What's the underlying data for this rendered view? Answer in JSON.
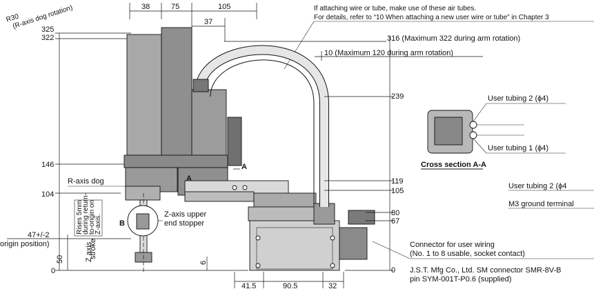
{
  "colors": {
    "line": "#111111",
    "body_dark": "#8a8a8a",
    "body_mid": "#a8a8a8",
    "body_light": "#cfcfcf",
    "tube": "#e6e6e6"
  },
  "labels": {
    "r30": "R30",
    "r_axis_dog_rot": "(R-axis dog rotation)",
    "air_tube_note_1": "If attaching wire or tube, make use of these air tubes.",
    "air_tube_note_2": "For details, refer to “10 When attaching a new user wire or tube” in Chapter 3",
    "max_316": "316 (Maximum 322 during arm rotation)",
    "max_10": "10 (Maximum 120 during arm rotation)",
    "user_tubing_2": "User tubing 2 (ϕ4)",
    "user_tubing_1": "User tubing 1 (ϕ4)",
    "cross_section": "Cross section A-A",
    "user_tubing_2b": "User tubing 2 (ϕ4",
    "m3_ground": "M3 ground terminal",
    "r_axis_dog": "R-axis dog",
    "section_a": "A",
    "section_a1": "A",
    "rises_1": "Rises 5mm",
    "rises_2": "during return-",
    "rises_3": "to-origin on",
    "rises_4": "Z-axis.",
    "detail_b": "B",
    "z_stopper_1": "Z-axis upper",
    "z_stopper_2": "end stopper",
    "z_stroke_1": "Z axis",
    "z_stroke_2": "stroke",
    "origin_pos": "origin position)",
    "connector_1": "Connector for user wiring",
    "connector_2": "(No. 1 to 8 usable, socket contact)",
    "connector_3": "J.S.T. Mfg Co., Ltd. SM connector SMR-8V-B",
    "connector_4": "pin SYM-001T-P0.6 (supplied)"
  },
  "dims": {
    "top_38": "38",
    "top_75": "75",
    "top_105": "105",
    "top_37": "37",
    "left_325": "325",
    "left_322": "322",
    "left_146": "146",
    "left_104": "104",
    "left_47": "47+/-2",
    "left_50": "50",
    "left_0": "0",
    "right_239": "239",
    "right_119": "119",
    "right_105": "105",
    "right_80": "80",
    "right_67": "67",
    "right_0": "0",
    "bottom_6": "6",
    "bottom_41_5": "41.5",
    "bottom_90_5": "90.5",
    "bottom_32": "32"
  }
}
